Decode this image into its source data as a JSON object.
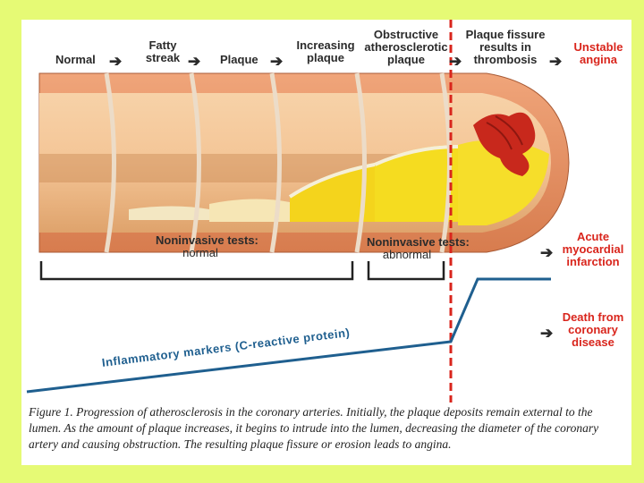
{
  "stages": {
    "normal": "Normal",
    "fatty_streak": "Fatty streak",
    "plaque": "Plaque",
    "increasing_plaque": "Increasing plaque",
    "obstructive": "Obstructive atherosclerotic plaque",
    "fissure": "Plaque fissure results in thrombosis",
    "unstable": "Unstable angina"
  },
  "outcomes": {
    "acute_mi": "Acute myocardial infarction",
    "death": "Death from coronary disease"
  },
  "tests": {
    "normal_title": "Noninvasive tests:",
    "normal_value": "normal",
    "abnormal_title": "Noninvasive tests:",
    "abnormal_value": "abnormal"
  },
  "marker_label": "Inflammatory markers (C-reactive protein)",
  "caption": "Figure 1. Progression of atherosclerosis in the coronary arteries. Initially, the plaque deposits remain external to the lumen. As the amount of plaque increases, it begins to intrude into the lumen, decreasing the diameter of the coronary artery and causing obstruction. The resulting plaque fissure or erosion leads to angina.",
  "colors": {
    "background": "#e6fa75",
    "artery_wall": "#e8956a",
    "lumen": "#f2c79a",
    "plaque": "#f5dc20",
    "thrombus": "#c8281c",
    "line": "#1f5f8f",
    "divider": "#d9251c"
  }
}
